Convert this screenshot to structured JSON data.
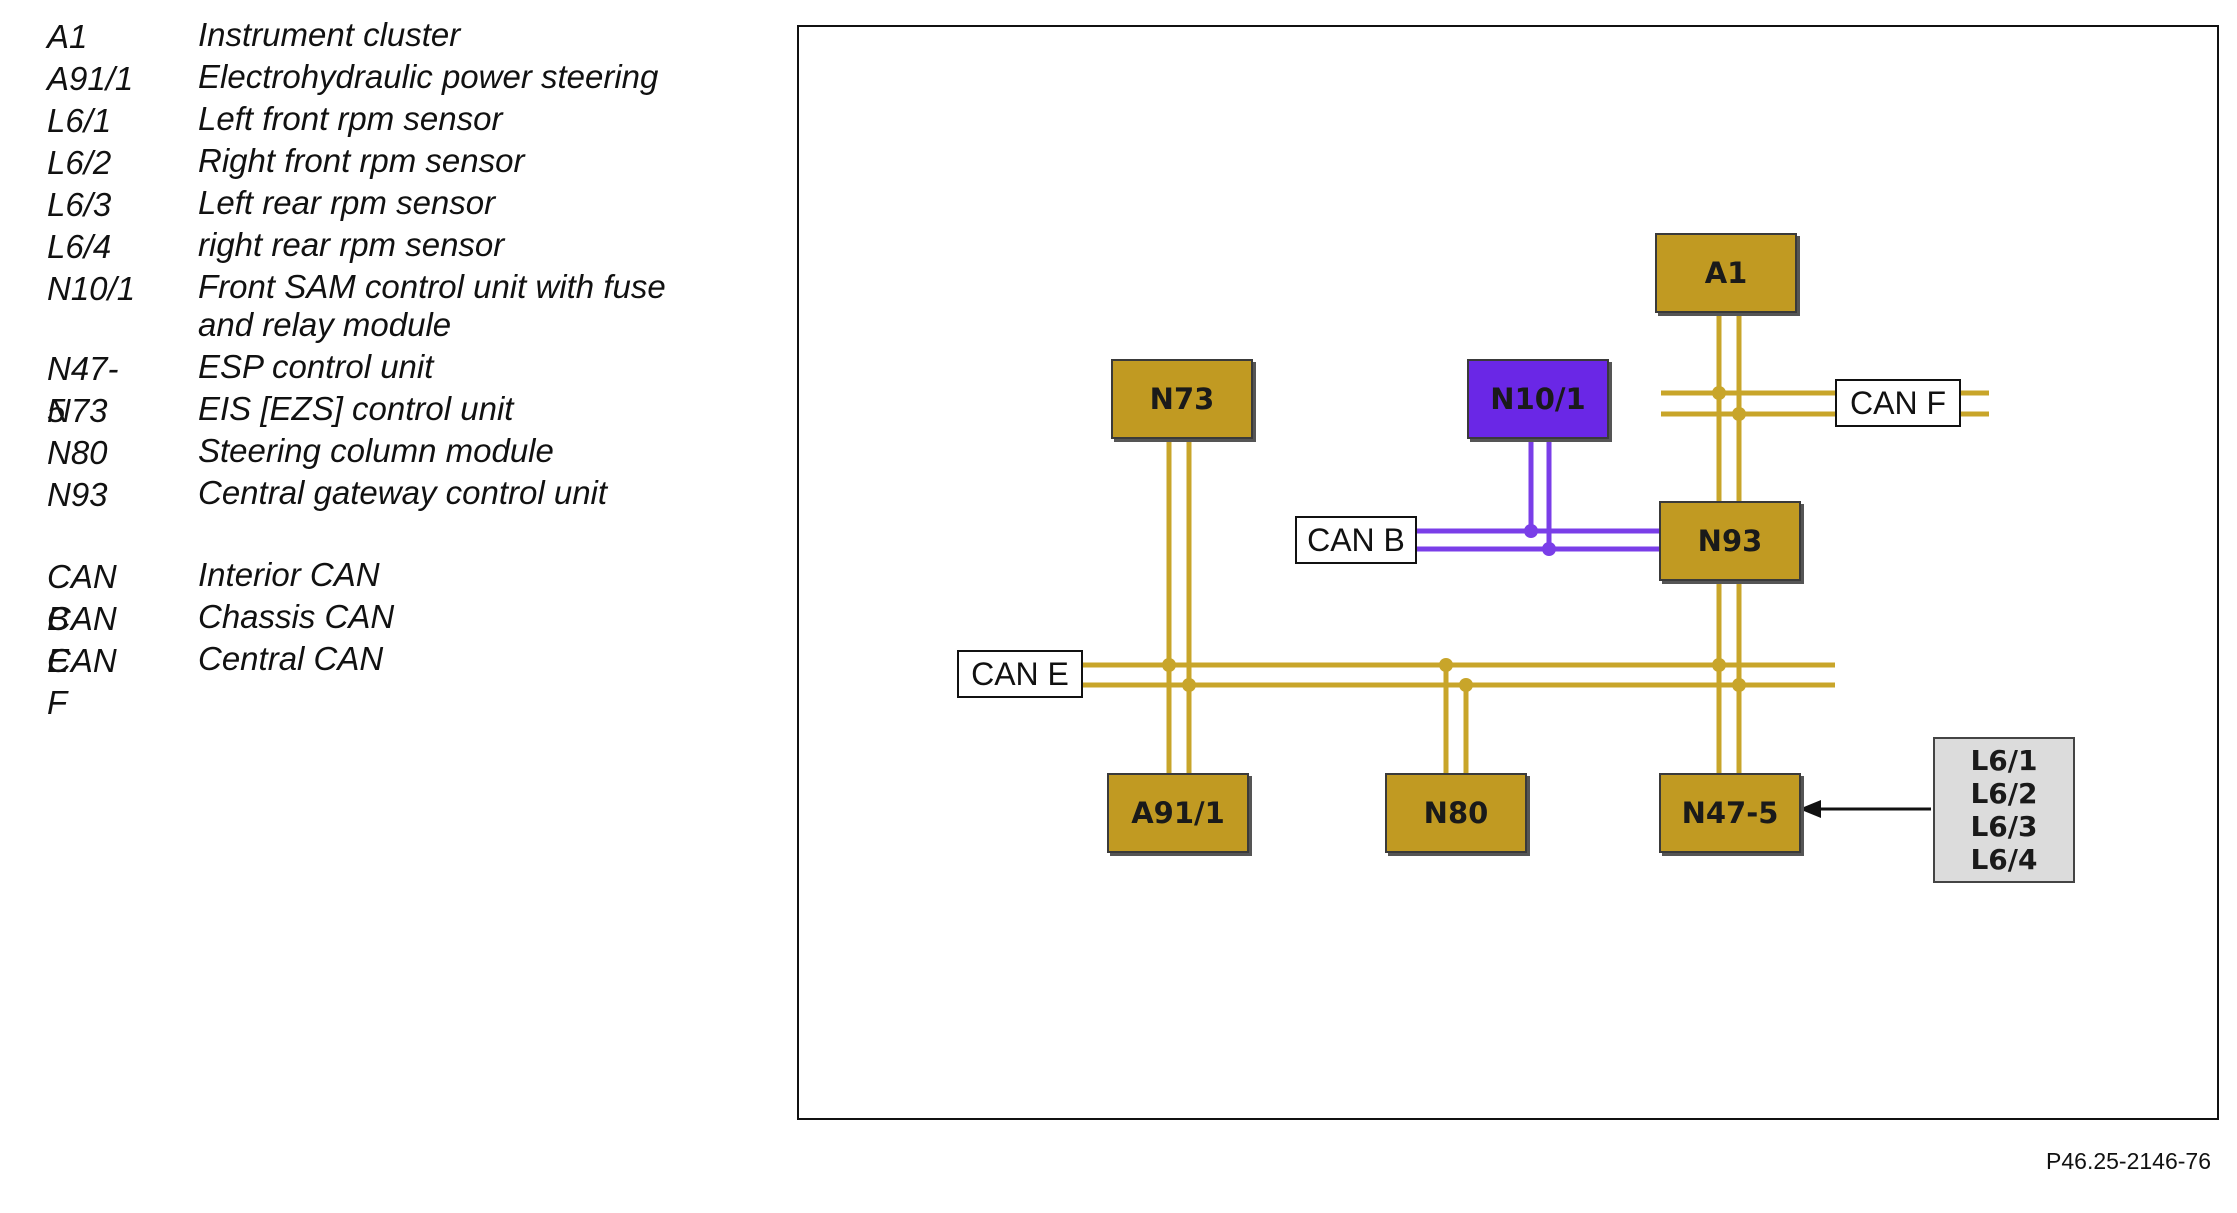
{
  "legend": {
    "units": [
      {
        "code": "A1",
        "desc": "Instrument cluster"
      },
      {
        "code": "A91/1",
        "desc": "Electrohydraulic power steering"
      },
      {
        "code": "L6/1",
        "desc": "Left front rpm sensor"
      },
      {
        "code": "L6/2",
        "desc": "Right front rpm sensor"
      },
      {
        "code": "L6/3",
        "desc": "Left rear rpm sensor"
      },
      {
        "code": "L6/4",
        "desc": "right rear rpm sensor"
      },
      {
        "code": "N10/1",
        "desc": "Front SAM control unit with fuse and relay module"
      },
      {
        "code": "N47-5",
        "desc": "ESP control unit"
      },
      {
        "code": "N73",
        "desc": "EIS [EZS] control unit"
      },
      {
        "code": "N80",
        "desc": "Steering column module"
      },
      {
        "code": "N93",
        "desc": "Central gateway control unit"
      }
    ],
    "buses": [
      {
        "code": "CAN B",
        "desc": "Interior CAN"
      },
      {
        "code": "CAN E",
        "desc": "Chassis CAN"
      },
      {
        "code": "CAN F",
        "desc": "Central CAN"
      }
    ]
  },
  "diagram": {
    "colors": {
      "gold": "#c19a22",
      "purple": "#6a27e6",
      "gold_line": "#c8a52a",
      "purple_line": "#7a3ee8",
      "sensor": "#dcdcdc"
    },
    "nodes": {
      "a1": "A1",
      "n73": "N73",
      "n10_1": "N10/1",
      "n93": "N93",
      "a91_1": "A91/1",
      "n80": "N80",
      "n47_5": "N47-5"
    },
    "bus_labels": {
      "can_f": "CAN F",
      "can_b": "CAN B",
      "can_e": "CAN E"
    },
    "sensors": [
      "L6/1",
      "L6/2",
      "L6/3",
      "L6/4"
    ]
  },
  "figure_code": "P46.25-2146-76"
}
